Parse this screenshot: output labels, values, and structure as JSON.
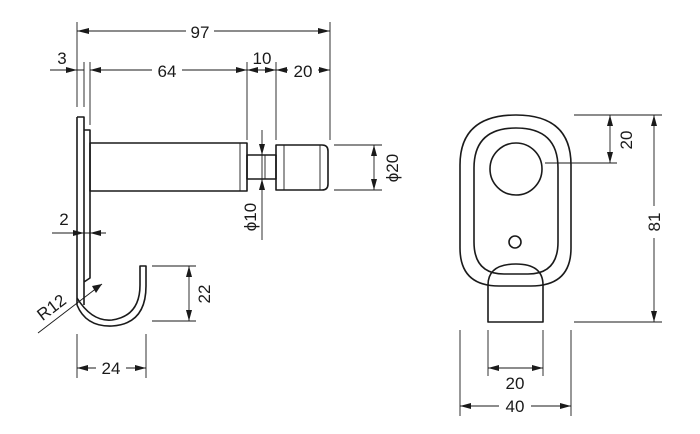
{
  "front_view": {
    "overall_length": "97",
    "base_thickness": "3",
    "shaft_length": "64",
    "neck_length": "10",
    "knob_length": "20",
    "knob_diameter": "20",
    "neck_diameter": "10",
    "plate_thickness": "2",
    "hook_radius": "R12",
    "hook_height": "22",
    "hook_width": "24",
    "diameter_symbol": "ϕ"
  },
  "side_view": {
    "top_offset": "20",
    "overall_height": "81",
    "hook_width": "20",
    "plate_width": "40"
  }
}
